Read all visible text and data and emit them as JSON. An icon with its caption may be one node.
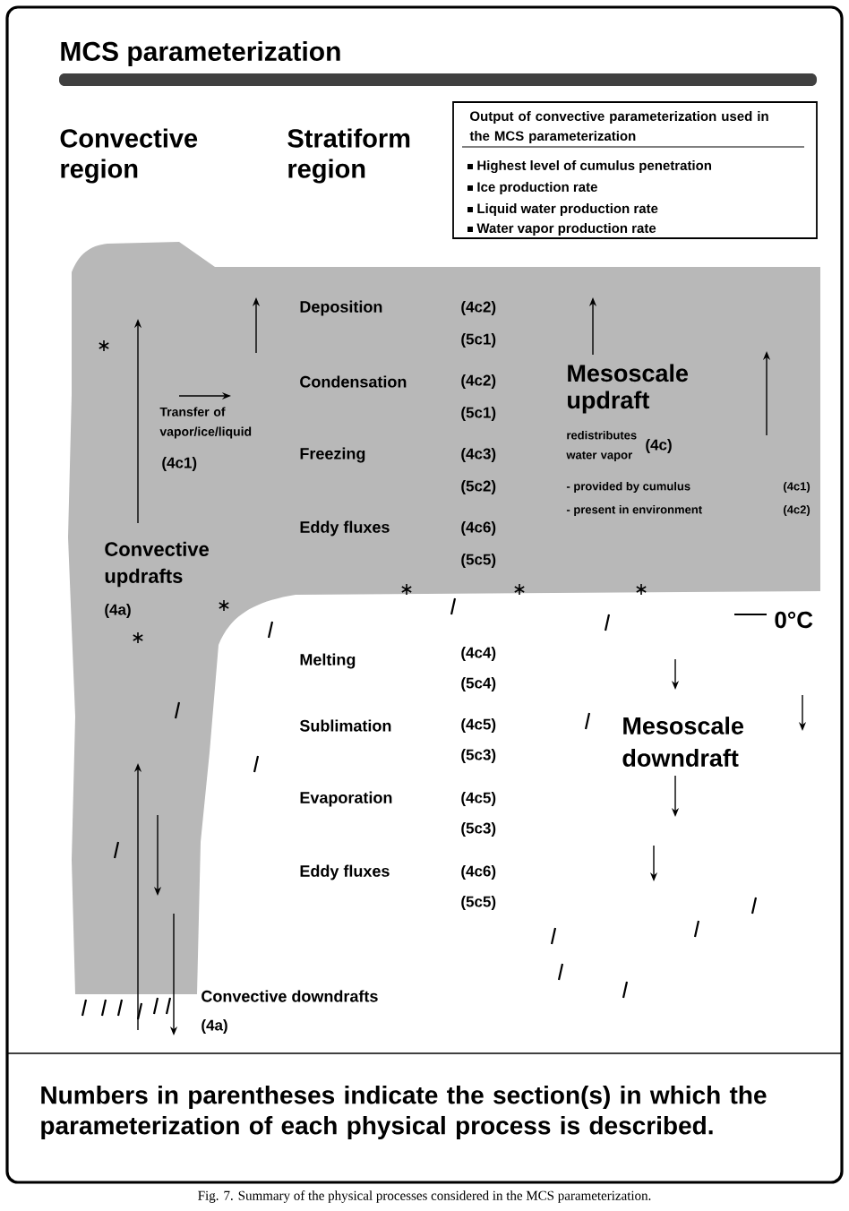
{
  "diagram": {
    "title": "MCS parameterization",
    "caption": "Fig. 7. Summary of the physical processes considered in the MCS parameterization.",
    "nodes": [
      {
        "text": [
          "Output of convective parameterization used in the MCS parameterization",
          "Highest level of cumulus penetration",
          "Ice production rate",
          "Liquid water production rate",
          "Water vapor production rate"
        ]
      }
    ],
    "labels": [
      "Convective region",
      "Stratiform region",
      "Deposition",
      "(4c2)",
      "(5c1)",
      "Mesoscale updraft",
      "Transfer of vapor/ice/liquid",
      "Condensation",
      "(4c2)",
      "(5c1)",
      "redistributes water vapor",
      "(4c)",
      "(4c1)",
      "Freezing",
      "(4c3)",
      "(5c2)",
      "- provided by cumulus",
      "(4c1)",
      "- present in environment",
      "(4c2)",
      "Eddy fluxes",
      "(4c6)",
      "(5c5)",
      "Convective updrafts",
      "(4a)",
      "0°C",
      "Melting",
      "(4c4)",
      "(5c4)",
      "Sublimation",
      "(4c5)",
      "(5c3)",
      "Mesoscale downdraft",
      "Evaporation",
      "(4c5)",
      "(5c3)",
      "Eddy fluxes",
      "(4c6)",
      "(5c5)",
      "Convective downdrafts",
      "(4a)",
      "Numbers in parentheses indicate the section(s) in which the parameterization of each physical process is described."
    ]
  }
}
